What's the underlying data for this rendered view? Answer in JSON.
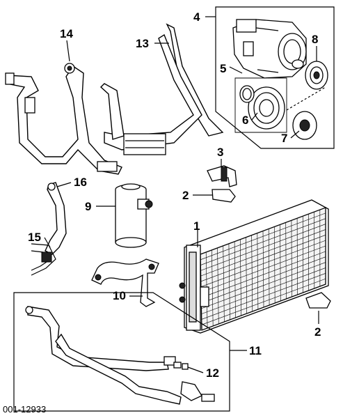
{
  "diagram": {
    "footer_code": "001-12933",
    "callouts": {
      "c1": "1",
      "c2a": "2",
      "c2b": "2",
      "c3": "3",
      "c4": "4",
      "c5": "5",
      "c6": "6",
      "c7": "7",
      "c8": "8",
      "c9": "9",
      "c10": "10",
      "c11": "11",
      "c12": "12",
      "c13": "13",
      "c14": "14",
      "c15": "15",
      "c16": "16"
    }
  }
}
